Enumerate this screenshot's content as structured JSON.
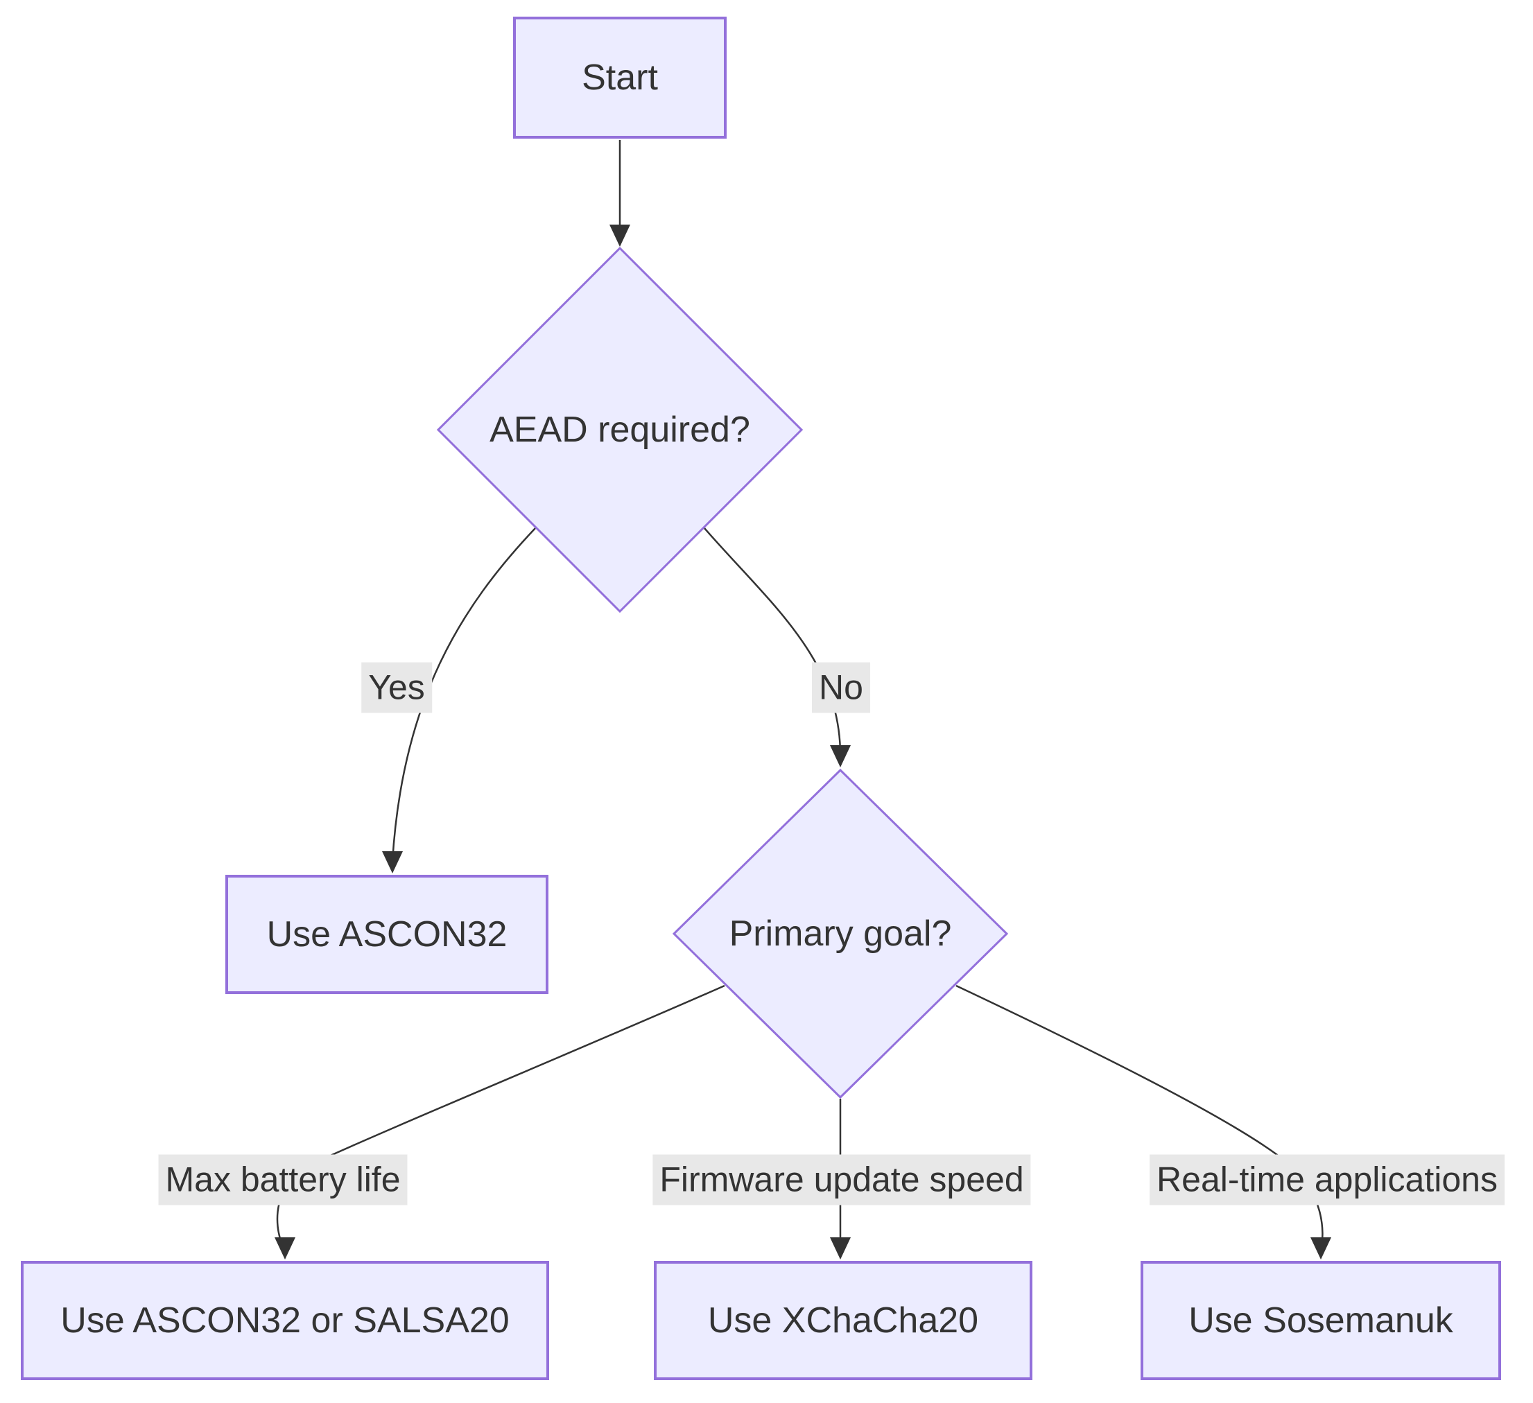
{
  "theme": {
    "background": "#ffffff",
    "node_fill": "#ECECFF",
    "node_border": "#9370DB",
    "edge_color": "#333333",
    "label_bg": "#e8e8e8",
    "text_color": "#333333"
  },
  "nodes": {
    "start": {
      "label": "Start"
    },
    "aead": {
      "label": "AEAD required?"
    },
    "ascon32": {
      "label": "Use ASCON32"
    },
    "goal": {
      "label": "Primary goal?"
    },
    "ascon32_salsa20": {
      "label": "Use ASCON32 or SALSA20"
    },
    "xchacha20": {
      "label": "Use XChaCha20"
    },
    "sosemanuk": {
      "label": "Use Sosemanuk"
    }
  },
  "edge_labels": {
    "yes": {
      "label": "Yes"
    },
    "no": {
      "label": "No"
    },
    "max_battery": {
      "label": "Max battery life"
    },
    "firmware": {
      "label": "Firmware update speed"
    },
    "realtime": {
      "label": "Real-time applications"
    }
  }
}
